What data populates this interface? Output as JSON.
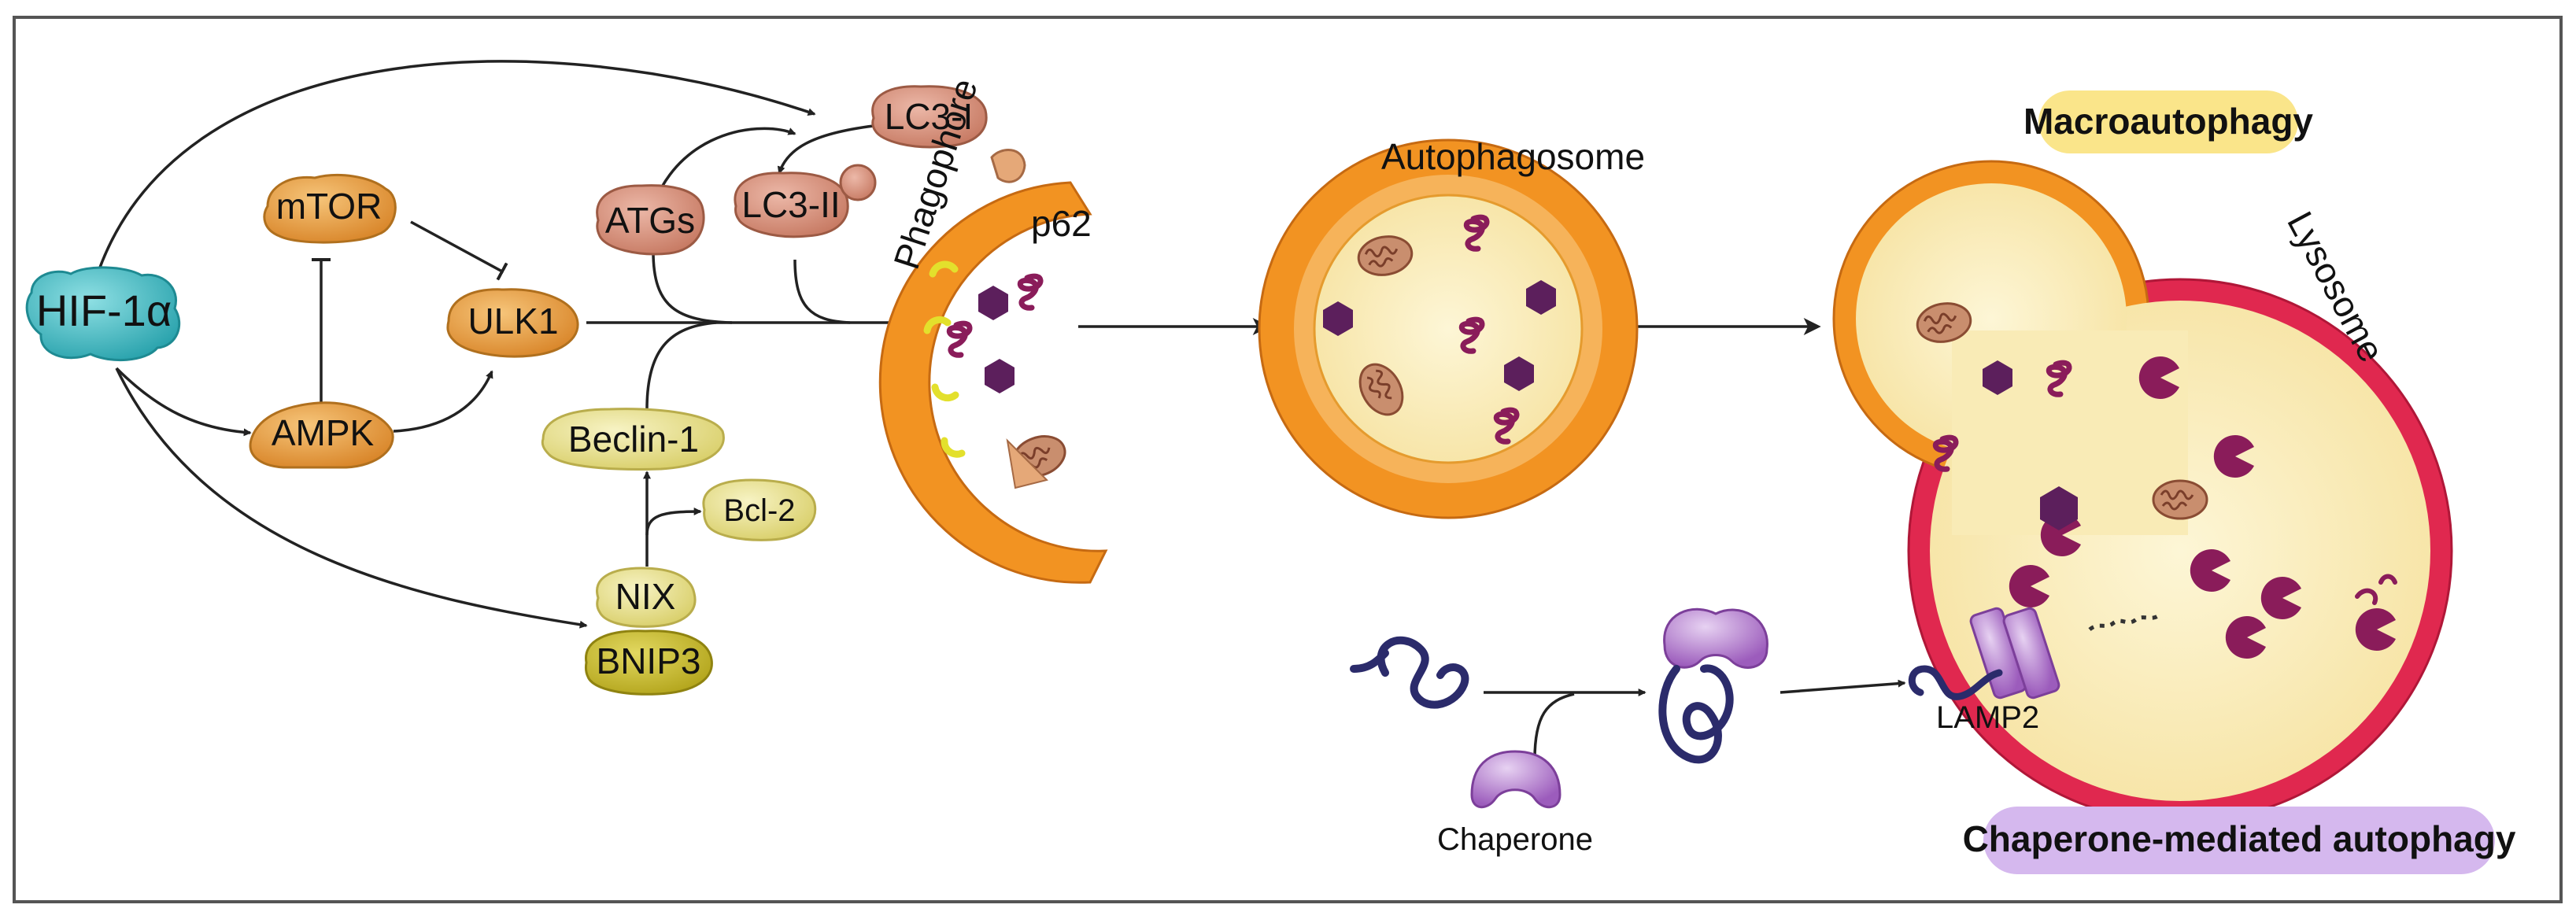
{
  "nodes": {
    "hif": "HIF-1α",
    "mtor": "mTOR",
    "ampk": "AMPK",
    "ulk1": "ULK1",
    "atgs": "ATGs",
    "lc3i": "LC3-I",
    "lc3ii": "LC3-II",
    "beclin": "Beclin-1",
    "bcl2": "Bcl-2",
    "nix": "NIX",
    "bnip3": "BNIP3",
    "p62": "p62",
    "lamp2": "LAMP2",
    "chaperone": "Chaperone"
  },
  "structures": {
    "phagophore": "Phagophore",
    "autophagosome": "Autophagosome",
    "lysosome": "Lysosome"
  },
  "pathways": {
    "macro": "Macroautophagy",
    "cma": "Chaperone-mediated autophagy"
  },
  "colors": {
    "hif": "#3ab8c0",
    "orange_node": "#e8a040",
    "salmon_node": "#d98f78",
    "yellow_node": "#e9e29a",
    "olive_node": "#c9bd2c",
    "membrane_orange": "#f29322",
    "membrane_red": "#e0284f",
    "lumen": "#faeebc",
    "cargo_purple": "#5c1f5c",
    "cargo_magenta": "#8a1c5a",
    "chaperone_purple": "#b07cc8",
    "macro_badge": "#fae58a",
    "cma_badge": "#d5b8ee",
    "frame": "#555555"
  }
}
